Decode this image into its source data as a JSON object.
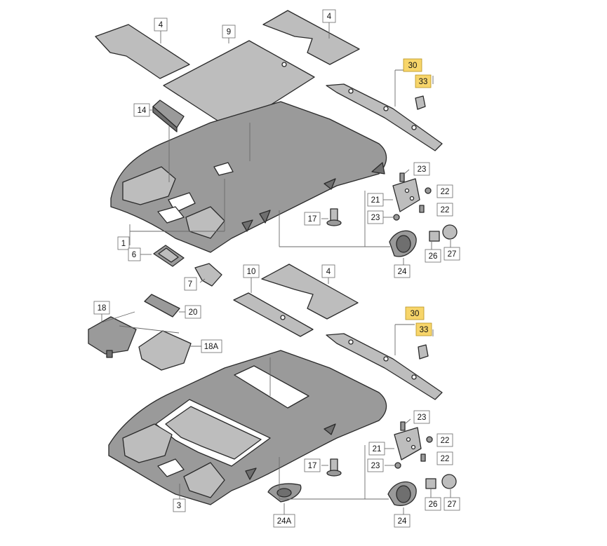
{
  "diagram": {
    "top_group": {
      "callouts": [
        {
          "id": "c-4a",
          "label": "4"
        },
        {
          "id": "c-9",
          "label": "9"
        },
        {
          "id": "c-4b",
          "label": "4"
        },
        {
          "id": "c-30a",
          "label": "30",
          "highlight": true
        },
        {
          "id": "c-33a",
          "label": "33",
          "highlight": true
        },
        {
          "id": "c-14",
          "label": "14"
        },
        {
          "id": "c-23a",
          "label": "23"
        },
        {
          "id": "c-21a",
          "label": "21"
        },
        {
          "id": "c-22a",
          "label": "22"
        },
        {
          "id": "c-22b",
          "label": "22"
        },
        {
          "id": "c-17a",
          "label": "17"
        },
        {
          "id": "c-23b",
          "label": "23"
        },
        {
          "id": "c-1",
          "label": "1"
        },
        {
          "id": "c-6",
          "label": "6"
        },
        {
          "id": "c-26a",
          "label": "26"
        },
        {
          "id": "c-27a",
          "label": "27"
        },
        {
          "id": "c-24a",
          "label": "24"
        },
        {
          "id": "c-7",
          "label": "7"
        }
      ]
    },
    "bottom_group": {
      "callouts": [
        {
          "id": "c-10",
          "label": "10"
        },
        {
          "id": "c-4c",
          "label": "4"
        },
        {
          "id": "c-18",
          "label": "18"
        },
        {
          "id": "c-20",
          "label": "20"
        },
        {
          "id": "c-30b",
          "label": "30",
          "highlight": true
        },
        {
          "id": "c-33b",
          "label": "33",
          "highlight": true
        },
        {
          "id": "c-18a",
          "label": "18A"
        },
        {
          "id": "c-23c",
          "label": "23"
        },
        {
          "id": "c-21b",
          "label": "21"
        },
        {
          "id": "c-22c",
          "label": "22"
        },
        {
          "id": "c-22d",
          "label": "22"
        },
        {
          "id": "c-17b",
          "label": "17"
        },
        {
          "id": "c-23d",
          "label": "23"
        },
        {
          "id": "c-26b",
          "label": "26"
        },
        {
          "id": "c-27b",
          "label": "27"
        },
        {
          "id": "c-3",
          "label": "3"
        },
        {
          "id": "c-24aa",
          "label": "24A"
        },
        {
          "id": "c-24b",
          "label": "24"
        }
      ]
    },
    "colors": {
      "part_fill": "#9a9a9a",
      "part_light": "#bdbdbd",
      "part_dark": "#6f6f6f",
      "highlight": "#f7d56a",
      "outline": "#2a2a2a"
    }
  }
}
